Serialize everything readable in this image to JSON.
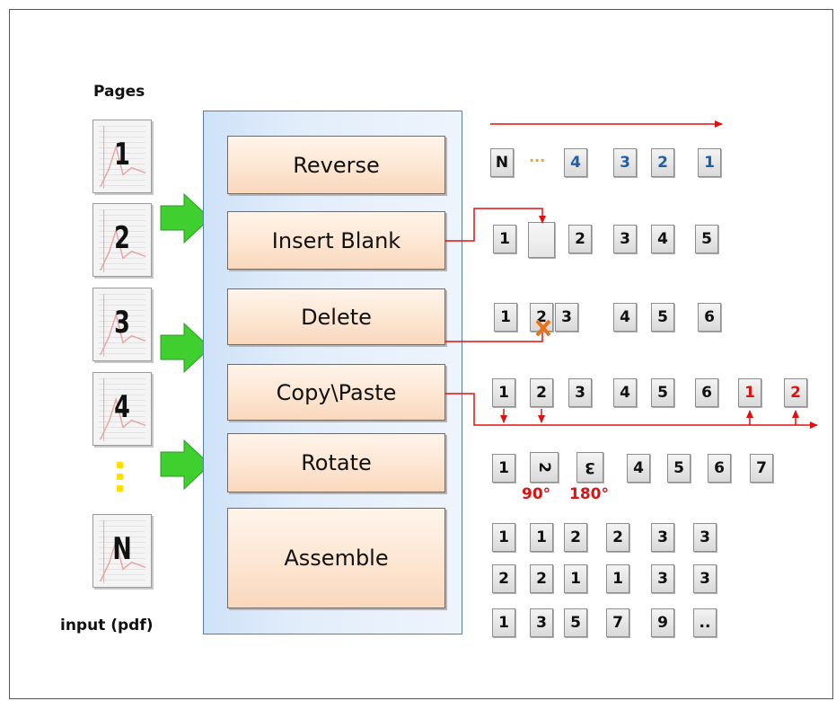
{
  "labels": {
    "pages": "Pages",
    "input": "input (pdf)"
  },
  "pages": [
    "1",
    "2",
    "3",
    "4",
    "N"
  ],
  "operations": {
    "reverse": "Reverse",
    "insert_blank": "Insert Blank",
    "delete": "Delete",
    "copy_paste": "Copy\\Paste",
    "rotate": "Rotate",
    "assemble": "Assemble"
  },
  "rows": {
    "reverse": [
      "N",
      "4",
      "3",
      "2",
      "1"
    ],
    "reverse_ellipsis": "···",
    "insert_blank": [
      "1",
      "",
      "2",
      "3",
      "4",
      "5"
    ],
    "delete": [
      "1",
      "2",
      "3",
      "4",
      "5",
      "6"
    ],
    "copy_paste": [
      "1",
      "2",
      "3",
      "4",
      "5",
      "6",
      "1",
      "2"
    ],
    "rotate": [
      "1",
      "2",
      "3",
      "4",
      "5",
      "6",
      "7"
    ],
    "rotate_degrees": [
      "90°",
      "180°"
    ],
    "assemble_1": [
      "1",
      "1",
      "2",
      "2",
      "3",
      "3"
    ],
    "assemble_2": [
      "2",
      "2",
      "1",
      "1",
      "3",
      "3"
    ],
    "assemble_3": [
      "1",
      "3",
      "5",
      "7",
      "9",
      ".."
    ]
  },
  "colors": {
    "arrow_green": "#3fcf2f",
    "connector_red": "#e01010",
    "number_blue": "#1f5fa8",
    "dots_yellow": "#ffe000"
  }
}
